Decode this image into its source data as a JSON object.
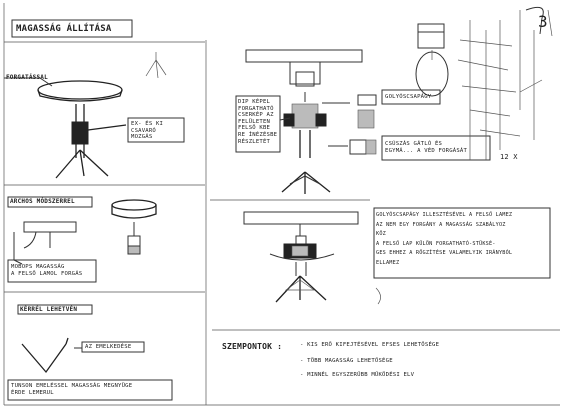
{
  "title": "MAGASSÁG ÁLLÍTÁSA",
  "sections": {
    "forgatassal": {
      "label": "FORGATÁSSAL",
      "callout": "EX- ÉS KI\nCSAVARÓ\nMOZGÁS"
    },
    "archos": {
      "label": "ARCHOS MÓDSZERREL",
      "callout": "MOBOPS MAGASSÁG\nA FELSŐ LAMOL FORGÁS"
    },
    "karrel": {
      "label": "KÉRRÉL LEHETVÉN",
      "callout": "AZ EMELKEDÉSE",
      "note": "TUNSON EMELÉSSEL MAGASSÁG MEGNYÜGE\nÉRDE LEMERUL"
    },
    "center": {
      "left_note": "DIP KÉPEL\nFORGATHATÓ\nCSERKÉP AZ\nFELÜLETEN\nFELSŐ KBE\nRE ÍNÉZÉSBE\nRÉSZLETÉT",
      "right_note_1": "GOLYÓSCSAPÁGY",
      "right_note_2": "CSÚSZÁS GÁTLÓ ÉS\nEGYMÁ... A VÉD FORGÁSÁT"
    },
    "right_text": "GOLYÓSCSAPÁGY ILLESZTÉSÉVEL A FELSŐ LAMEZ\nAZ NEM EGY FORGÁNY A MAGASSÁG SZABÁLYOZ\nKÖZ\nA FELSŐ LAP KÜLÖN FORGATHATÓ-STÜKSÉ-\nGES EHHEZ A RÖGZÍTÉSE VALAMELYIK IRÁNYBÓL\nELLAMEZ",
    "szempontok": {
      "heading": "SZEMPONTOK :",
      "items": [
        "- KIS ERŐ KIFEJTÉSÉVEL EFSES LEHETŐSÉGE",
        "- TÖBB MAGASSÁG LEHETŐSÉGE",
        "- MINNÉL EGYSZERŰBB MŰKÖDÉSI ELV"
      ]
    },
    "margin_number": "3",
    "margin_mark": "12 X"
  }
}
